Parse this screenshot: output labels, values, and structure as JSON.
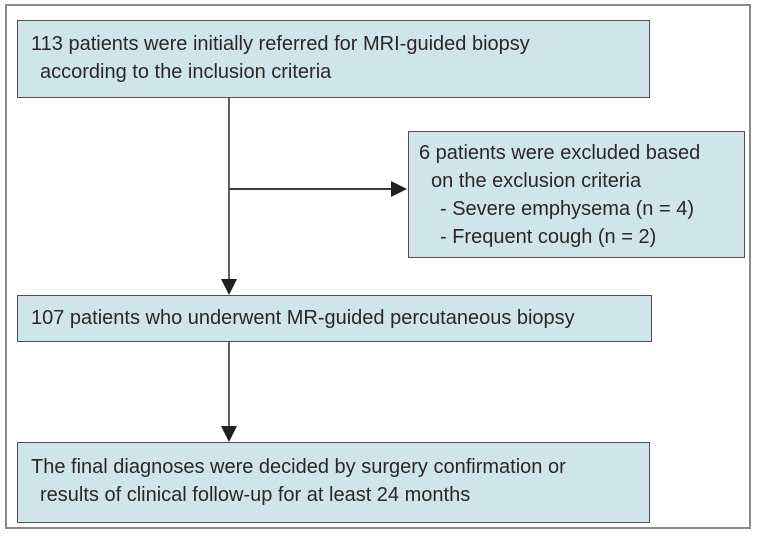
{
  "figure_type": "patient-flow-diagram",
  "colors": {
    "box_fill": "#cfe5ea",
    "box_border": "#4f5054",
    "outer_frame": "#8a8a8a",
    "text": "#2b2725",
    "connector_line": "#5f5f5f",
    "arrowhead": "#231f20"
  },
  "nodes": {
    "referred": {
      "lines": {
        "0": "113 patients were initially referred for MRI-guided biopsy",
        "1": "according to the inclusion criteria"
      }
    },
    "excluded": {
      "lines": {
        "0": "6 patients were excluded based",
        "1": "on the exclusion criteria",
        "2": "- Severe emphysema (n = 4)",
        "3": "- Frequent cough (n = 2)"
      }
    },
    "biopsy": {
      "lines": {
        "0": "107 patients who underwent MR-guided percutaneous biopsy"
      }
    },
    "diagnosis": {
      "lines": {
        "0": "The final diagnoses were decided by surgery confirmation or",
        "1": "results of clinical follow-up for at least 24 months"
      }
    }
  },
  "connectors": {
    "0": {
      "from": "referred",
      "to": "biopsy",
      "type": "arrow-down"
    },
    "1": {
      "from": "referred",
      "to": "excluded",
      "type": "arrow-right"
    },
    "2": {
      "from": "biopsy",
      "to": "diagnosis",
      "type": "arrow-down"
    }
  }
}
